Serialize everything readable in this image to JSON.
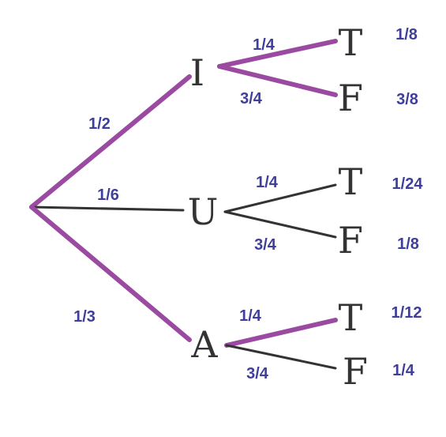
{
  "colors": {
    "branch_plain": "#333333",
    "branch_highlight": "#9b4aa2",
    "probability_text": "#3f3f9b",
    "node_text": "#333333"
  },
  "nodes": {
    "first_level": [
      {
        "label": "I",
        "branch_probability": "1/2",
        "highlighted": true
      },
      {
        "label": "U",
        "branch_probability": "1/6",
        "highlighted": false
      },
      {
        "label": "A",
        "branch_probability": "1/3",
        "highlighted": true
      }
    ],
    "second_level": [
      {
        "parent": "I",
        "label": "T",
        "branch_probability": "1/4",
        "joint_probability": "1/8",
        "highlighted": true
      },
      {
        "parent": "I",
        "label": "F",
        "branch_probability": "3/4",
        "joint_probability": "3/8",
        "highlighted": true
      },
      {
        "parent": "U",
        "label": "T",
        "branch_probability": "1/4",
        "joint_probability": "1/24",
        "highlighted": false
      },
      {
        "parent": "U",
        "label": "F",
        "branch_probability": "3/4",
        "joint_probability": "1/8",
        "highlighted": false
      },
      {
        "parent": "A",
        "label": "T",
        "branch_probability": "1/4",
        "joint_probability": "1/12",
        "highlighted": true
      },
      {
        "parent": "A",
        "label": "F",
        "branch_probability": "3/4",
        "joint_probability": "1/4",
        "highlighted": false
      }
    ]
  }
}
